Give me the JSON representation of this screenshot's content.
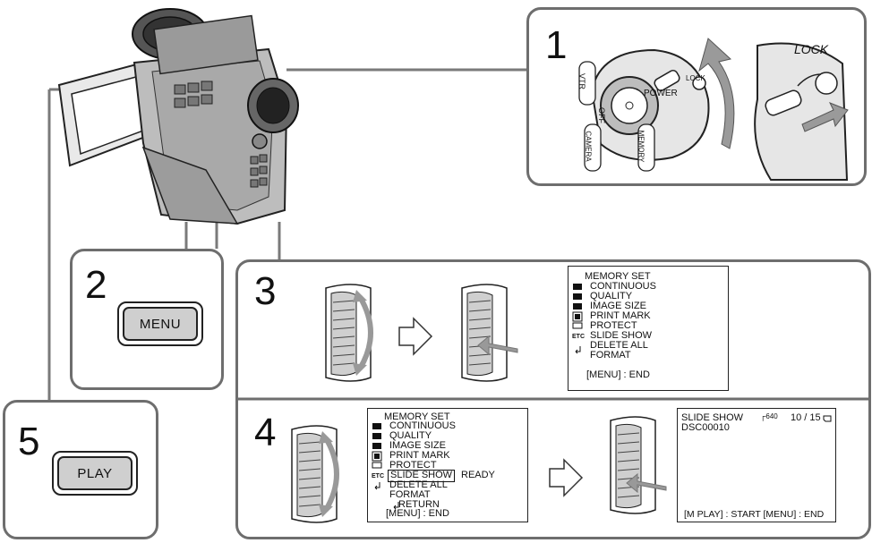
{
  "steps": {
    "s1": "1",
    "s2": "2",
    "s3": "3",
    "s4": "4",
    "s5": "5"
  },
  "buttons": {
    "menu": "MENU",
    "play": "PLAY"
  },
  "dial": {
    "power": "POWER",
    "lock": "LOCK",
    "lock_big": "LOCK",
    "vtr": "VTR",
    "off": "OFF",
    "camera": "CAMERA",
    "memory": "MEMORY"
  },
  "menu3": {
    "title": "MEMORY SET",
    "items": [
      "CONTINUOUS",
      "QUALITY",
      "IMAGE SIZE",
      "PRINT MARK",
      "PROTECT",
      "SLIDE SHOW",
      "DELETE ALL",
      "FORMAT"
    ],
    "etc": "ETC",
    "footer": "[MENU] : END"
  },
  "menu4": {
    "title": "MEMORY SET",
    "items": [
      "CONTINUOUS",
      "QUALITY",
      "IMAGE SIZE",
      "PRINT MARK",
      "PROTECT",
      "SLIDE SHOW",
      "DELETE ALL",
      "FORMAT"
    ],
    "selected_status": "READY",
    "etc": "ETC",
    "return": "RETURN",
    "footer": "[MENU] : END"
  },
  "slideshow": {
    "title": "SLIDE SHOW",
    "size": "640",
    "counter": "10 / 15",
    "filename": "DSC00010",
    "footer": "[M PLAY] : START  [MENU] : END"
  }
}
